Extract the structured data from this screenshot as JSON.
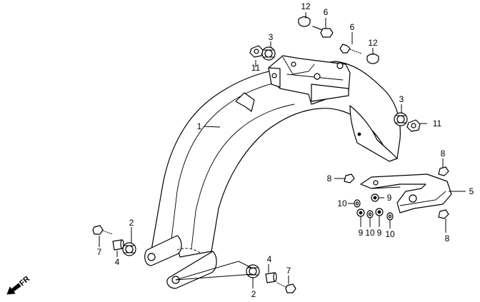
{
  "diagram": {
    "direction_label": "FR",
    "callouts": [
      {
        "id": "c1",
        "label": "1"
      },
      {
        "id": "c2a",
        "label": "2"
      },
      {
        "id": "c2b",
        "label": "2"
      },
      {
        "id": "c3a",
        "label": "3"
      },
      {
        "id": "c3b",
        "label": "3"
      },
      {
        "id": "c4a",
        "label": "4"
      },
      {
        "id": "c4b",
        "label": "4"
      },
      {
        "id": "c5",
        "label": "5"
      },
      {
        "id": "c6a",
        "label": "6"
      },
      {
        "id": "c6b",
        "label": "6"
      },
      {
        "id": "c7a",
        "label": "7"
      },
      {
        "id": "c7b",
        "label": "7"
      },
      {
        "id": "c8a",
        "label": "8"
      },
      {
        "id": "c8b",
        "label": "8"
      },
      {
        "id": "c8c",
        "label": "8"
      },
      {
        "id": "c9a",
        "label": "9"
      },
      {
        "id": "c9b",
        "label": "9"
      },
      {
        "id": "c9c",
        "label": "9"
      },
      {
        "id": "c10a",
        "label": "10"
      },
      {
        "id": "c10b",
        "label": "10"
      },
      {
        "id": "c10c",
        "label": "10"
      },
      {
        "id": "c11a",
        "label": "11"
      },
      {
        "id": "c11b",
        "label": "11"
      },
      {
        "id": "c12a",
        "label": "12"
      },
      {
        "id": "c12b",
        "label": "12"
      }
    ]
  }
}
